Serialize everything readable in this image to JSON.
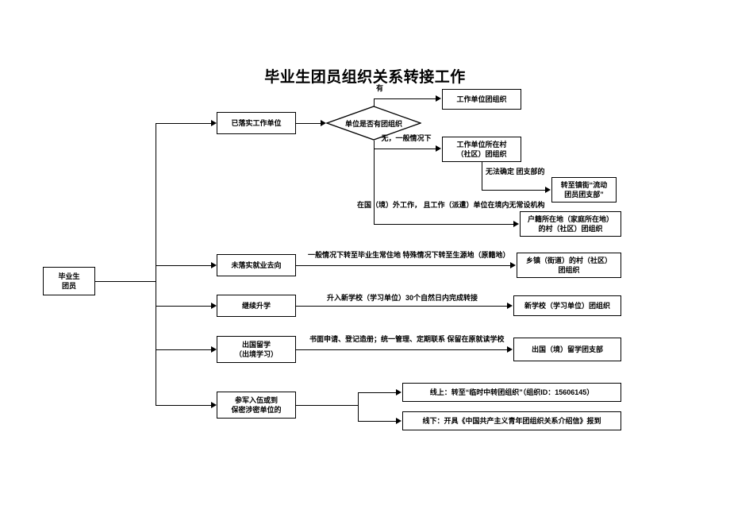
{
  "document": {
    "title": "毕业生团员组织关系转接工作"
  },
  "chart_data": {
    "type": "diagram",
    "title": "毕业生团员组织关系转接工作",
    "orientation": "left-to-right flowchart"
  },
  "nodes": {
    "root": {
      "lines": [
        "毕业生",
        "团员"
      ]
    },
    "branch_employed": {
      "lines": [
        "已落实工作单位"
      ]
    },
    "decision_has_org": {
      "label": "单位是否有团组织"
    },
    "work_unit_org": {
      "lines": [
        "工作单位团组织"
      ]
    },
    "work_village_org": {
      "lines": [
        "工作单位所在村",
        "（社区）团组织"
      ]
    },
    "floating_branch": {
      "lines": [
        "转至镇街“流动",
        "团员团支部”"
      ]
    },
    "hukou_village_org": {
      "lines": [
        "户籍所在地（家庭所在地）",
        "的村（社区）团组织"
      ]
    },
    "branch_unemployed": {
      "lines": [
        "未落实就业去向"
      ]
    },
    "township_village_org": {
      "lines": [
        "乡镇（街道）的村（社区）",
        "团组织"
      ]
    },
    "branch_further_study": {
      "lines": [
        "继续升学"
      ]
    },
    "new_school_org": {
      "lines": [
        "新学校（学习单位）团组织"
      ]
    },
    "branch_study_abroad": {
      "lines": [
        "出国留学",
        "（出境学习）"
      ]
    },
    "abroad_branch_org": {
      "lines": [
        "出国（境）留学团支部"
      ]
    },
    "branch_military_secret": {
      "lines": [
        "参军入伍或到",
        "保密涉密单位的"
      ]
    },
    "online_transfer": {
      "lines": [
        "线上：转至“临时中转团组织”（组织ID：15606145）"
      ]
    },
    "offline_transfer": {
      "lines": [
        "线下：开具《中国共产主义青年团组织关系介绍信》报到"
      ]
    }
  },
  "edge_labels": {
    "has_org_yes": {
      "lines": [
        "有"
      ]
    },
    "has_org_no_general": {
      "lines": [
        "无，一般情况下"
      ]
    },
    "cannot_determine_branch": {
      "lines": [
        "无法确定",
        "团支部的"
      ]
    },
    "overseas_work": {
      "lines": [
        "在国（境）外工作，",
        "且工作（派遣）单位在境内无常设机构"
      ]
    },
    "unemployed_rule": {
      "lines": [
        "一般情况下转至毕业生常住地",
        "特殊情况下转至生源地（原籍地）"
      ]
    },
    "further_study_rule": {
      "lines": [
        "升入新学校（学习单位）30个自然日内完成转接"
      ]
    },
    "study_abroad_rule": {
      "lines": [
        "书面申请、登记造册；统一管理、定期联系",
        "保留在原就读学校"
      ]
    }
  },
  "colors": {
    "stroke": "#000000",
    "background": "#ffffff",
    "text": "#000000"
  }
}
